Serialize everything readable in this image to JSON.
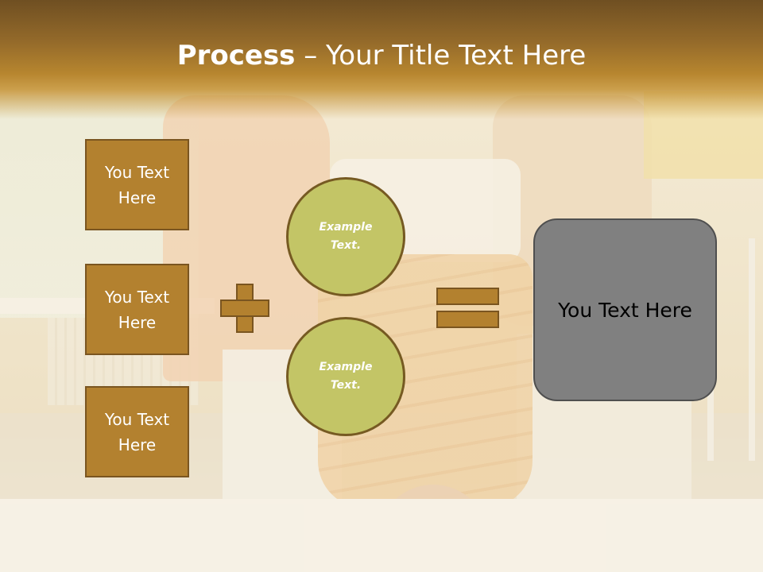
{
  "header": {
    "title_bold": "Process",
    "title_rest": " – Your Title Text Here"
  },
  "left_boxes": [
    {
      "line1": "You Text",
      "line2": "Here"
    },
    {
      "line1": "You Text",
      "line2": "Here"
    },
    {
      "line1": "You Text",
      "line2": "Here"
    }
  ],
  "circles": [
    {
      "line1": "Example",
      "line2": "Text."
    },
    {
      "line1": "Example",
      "line2": "Text."
    }
  ],
  "result": {
    "label": "You Text Here"
  },
  "colors": {
    "box_fill": "#b3812f",
    "box_border": "#7a5520",
    "circle_fill": "#c3c566",
    "result_fill": "#808080",
    "banner": "#946a2a"
  },
  "icons": [
    "plus-icon",
    "equals-icon"
  ]
}
